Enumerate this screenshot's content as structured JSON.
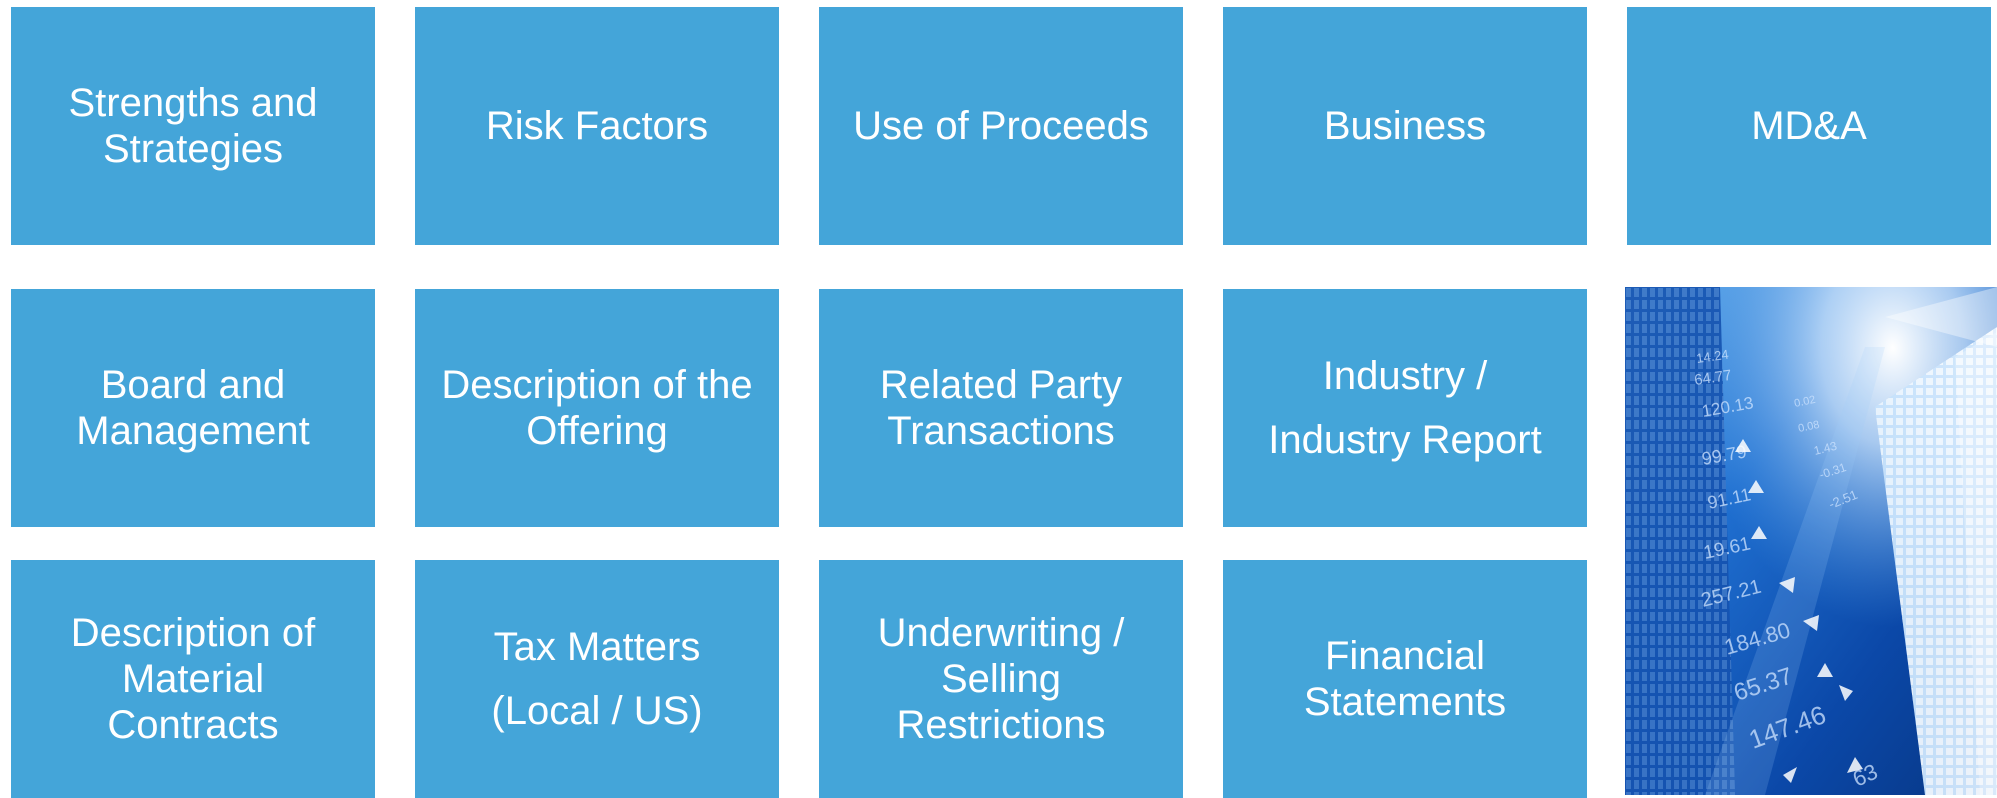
{
  "tiles": [
    {
      "label": "Strengths and\nStrategies"
    },
    {
      "label": "Risk Factors"
    },
    {
      "label": "Use of Proceeds"
    },
    {
      "label": "Business"
    },
    {
      "label": "MD&A"
    },
    {
      "label": "Board and\nManagement"
    },
    {
      "label": "Description of the\nOffering"
    },
    {
      "label": "Related Party\nTransactions"
    },
    {
      "label": "Industry /\nIndustry Report"
    },
    {
      "label": "Description of\nMaterial\nContracts"
    },
    {
      "label": "Tax Matters\n(Local / US)"
    },
    {
      "label": "Underwriting /\nSelling\nRestrictions"
    },
    {
      "label": "Financial\nStatements"
    }
  ],
  "photo": {
    "numbers": [
      "120.13",
      "99.79",
      "91.11",
      "19.61",
      "257.21",
      "184.80",
      "65.37",
      "147.46",
      "64.77",
      "14.24",
      "0.02",
      "0.08",
      "1.43",
      "-0.31",
      "-2.51",
      "63"
    ]
  },
  "colors": {
    "tile_background": "#44a5d9",
    "tile_text": "#ffffff",
    "page_background": "#ffffff"
  }
}
